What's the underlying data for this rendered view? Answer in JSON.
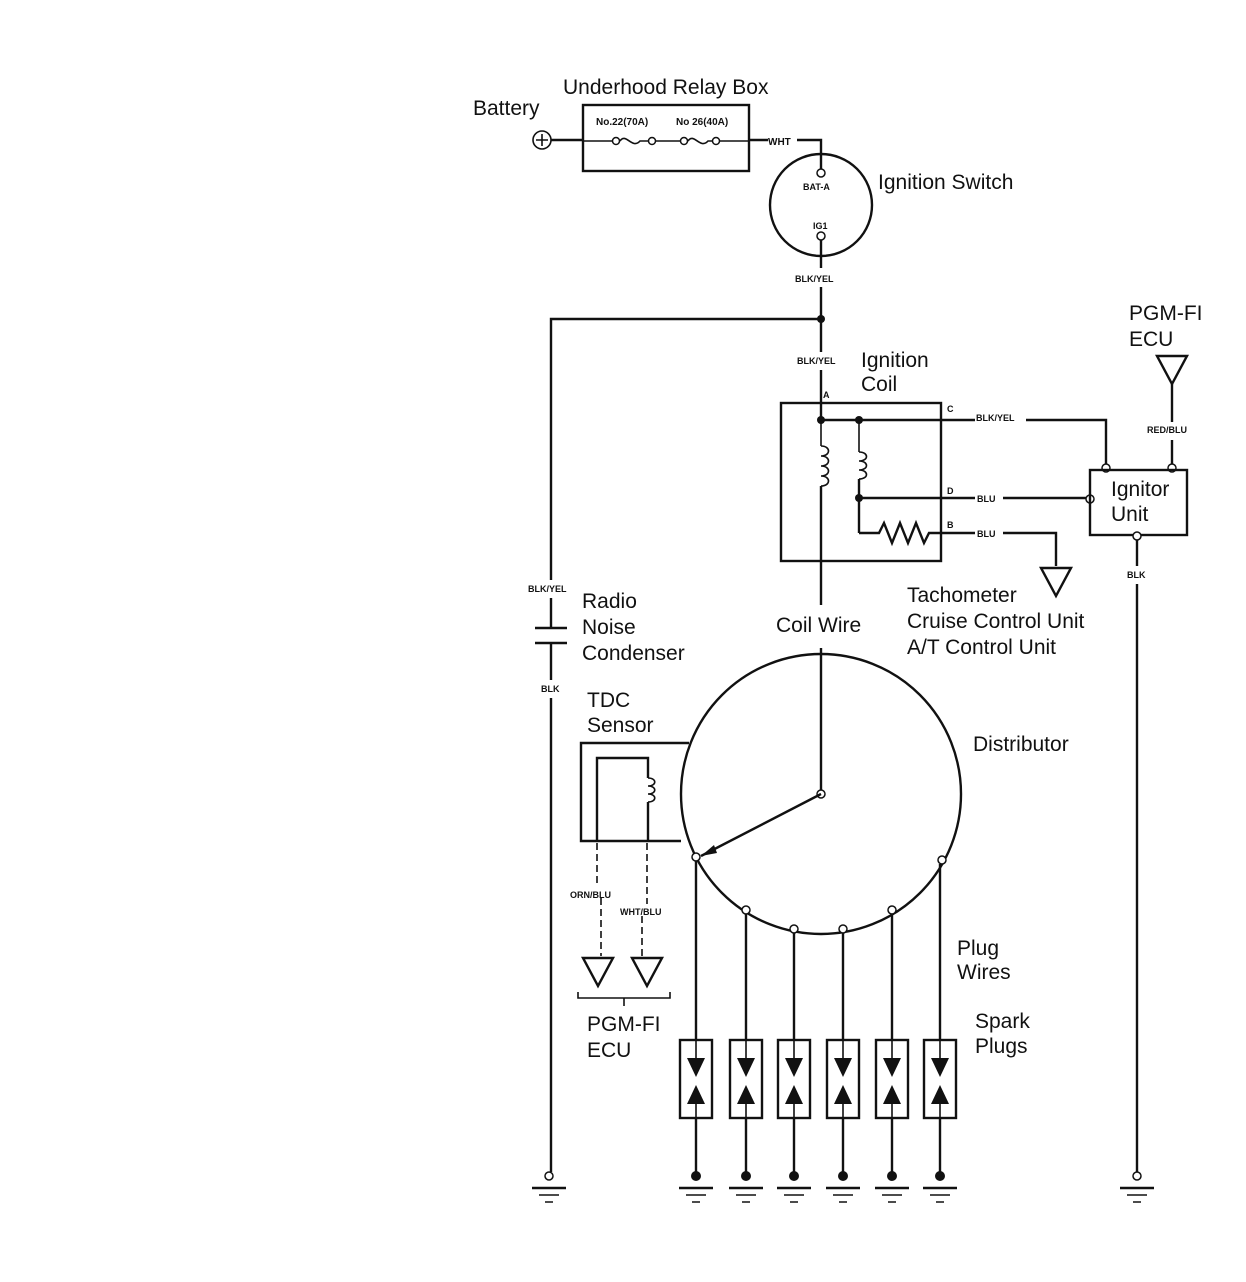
{
  "labels": {
    "relay_box": "Underhood Relay Box",
    "battery": "Battery",
    "ignition_switch": "Ignition Switch",
    "pgmfi_ecu_top_1": "PGM-FI",
    "pgmfi_ecu_top_2": "ECU",
    "ignition_coil_1": "Ignition",
    "ignition_coil_2": "Coil",
    "ignitor_unit_1": "Ignitor",
    "ignitor_unit_2": "Unit",
    "tachometer": "Tachometer",
    "cruise_control": "Cruise Control Unit",
    "at_control": "A/T Control Unit",
    "radio_1": "Radio",
    "radio_2": "Noise",
    "radio_3": "Condenser",
    "coil_wire": "Coil Wire",
    "tdc_1": "TDC",
    "tdc_2": "Sensor",
    "distributor": "Distributor",
    "plug_wires_1": "Plug",
    "plug_wires_2": "Wires",
    "spark_plugs_1": "Spark",
    "spark_plugs_2": "Plugs",
    "pgmfi_ecu_bottom_1": "PGM-FI",
    "pgmfi_ecu_bottom_2": "ECU"
  },
  "small": {
    "fuse_22": "No.22(70A)",
    "fuse_26": "No 26(40A)",
    "wht": "WHT",
    "bat_a": "BAT-A",
    "ig1": "IG1",
    "blk_yel_1": "BLK/YEL",
    "blk_yel_2": "BLK/YEL",
    "term_a": "A",
    "term_c": "C",
    "term_d": "D",
    "term_b": "B",
    "blk_yel_c": "BLK/YEL",
    "blu_d": "BLU",
    "blu_b": "BLU",
    "red_blu": "RED/BLU",
    "blk_ignitor": "BLK",
    "blk_yel_left": "BLK/YEL",
    "blk_left": "BLK",
    "orn_blu": "ORN/BLU",
    "wht_blu": "WHT/BLU"
  }
}
